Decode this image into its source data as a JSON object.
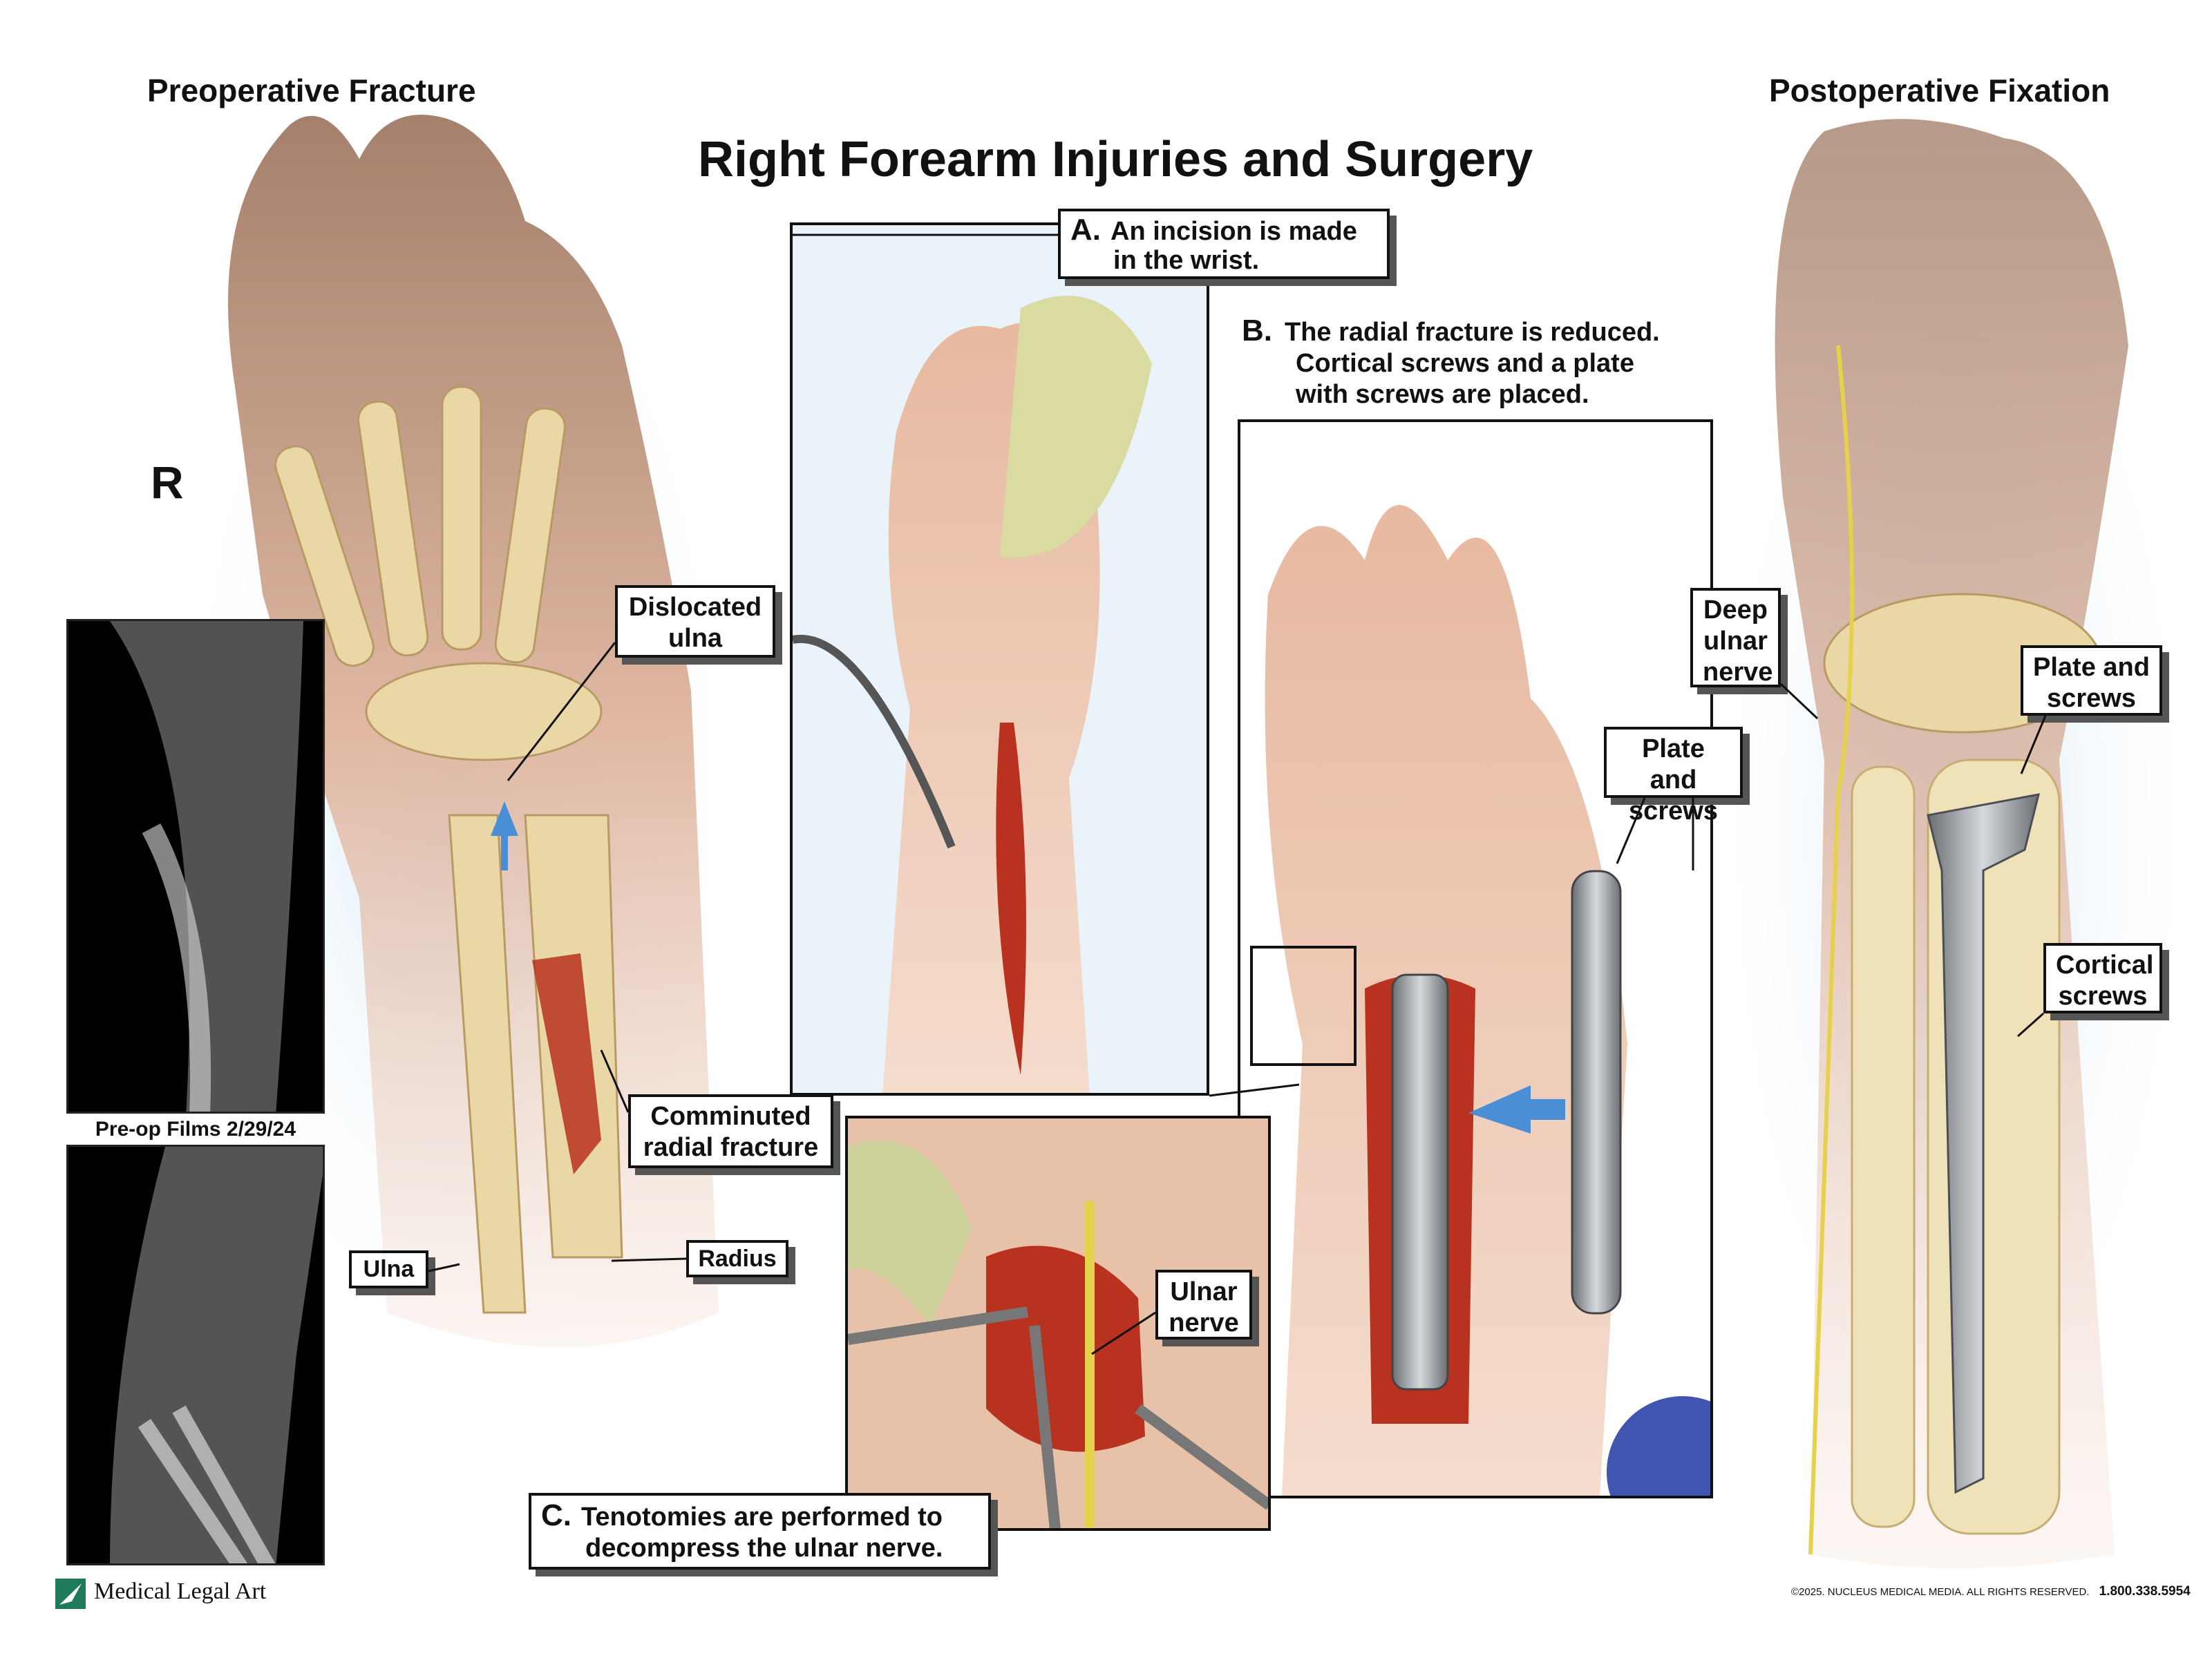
{
  "title": "Right Forearm Injuries and Surgery",
  "left_section": {
    "heading": "Preoperative Fracture",
    "side_marker": "R",
    "xray_caption": "Pre-op Films 2/29/24",
    "labels": {
      "dislocated_ulna": [
        "Dislocated",
        "ulna"
      ],
      "comminuted_fracture": [
        "Comminuted",
        "radial fracture"
      ],
      "ulna": "Ulna",
      "radius": "Radius"
    }
  },
  "steps": {
    "a": {
      "letter": "A.",
      "lines": [
        "An incision is made",
        "in the wrist."
      ]
    },
    "b": {
      "letter": "B.",
      "lines": [
        "The radial fracture is reduced.",
        "Cortical screws and a plate",
        "with screws are placed."
      ]
    },
    "c": {
      "letter": "C.",
      "lines": [
        "Tenotomies are performed to",
        "decompress the ulnar nerve."
      ]
    }
  },
  "panel_labels": {
    "ulnar_nerve": [
      "Ulnar",
      "nerve"
    ],
    "plate_and_screws": [
      "Plate and",
      "screws"
    ]
  },
  "right_section": {
    "heading": "Postoperative Fixation",
    "labels": {
      "deep_ulnar_nerve": [
        "Deep",
        "ulnar",
        "nerve"
      ],
      "plate_and_screws": [
        "Plate and",
        "screws"
      ],
      "cortical_screws": [
        "Cortical",
        "screws"
      ]
    }
  },
  "footer": {
    "logo_text": "Medical Legal Art",
    "copyright": "©2025. NUCLEUS MEDICAL MEDIA. ALL RIGHTS RESERVED.",
    "phone": "1.800.338.5954"
  },
  "colors": {
    "logo_green": "#1f7a5c",
    "skin": "#e8b79a",
    "bone": "#e9d7a6",
    "blood": "#b8321f",
    "metal": "#9a9ea3",
    "arrow_blue": "#4a8fd6"
  }
}
